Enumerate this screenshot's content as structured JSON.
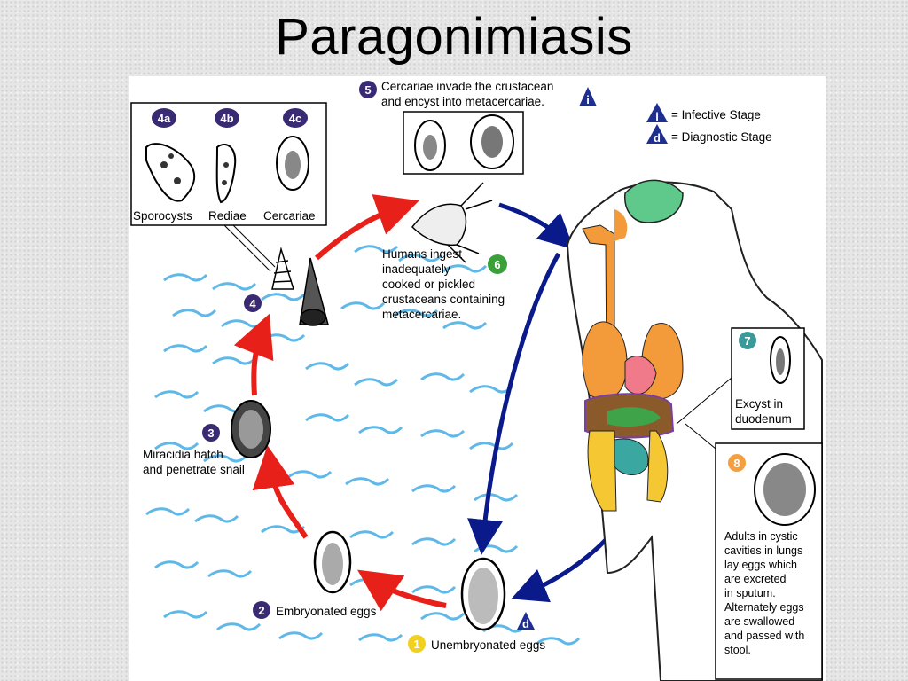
{
  "title": "Paragonimiasis",
  "colors": {
    "purple_badge": "#3a2a73",
    "teal_badge": "#3a9a9a",
    "green_badge": "#3aa03a",
    "orange_badge": "#f4a040",
    "yellow_badge": "#f2d020",
    "blue_marker": "#1f2f8f",
    "red_arrow": "#e8201a",
    "blue_arrow": "#0a1a8a",
    "water": "#5fb8e8"
  },
  "legend": {
    "infective_letter": "i",
    "infective_label": "= Infective Stage",
    "diagnostic_letter": "d",
    "diagnostic_label": "= Diagnostic Stage"
  },
  "stages": {
    "s1": {
      "num": "1",
      "label": "Unembryonated eggs",
      "marker": "d"
    },
    "s2": {
      "num": "2",
      "label": "Embryonated eggs"
    },
    "s3": {
      "num": "3",
      "line1": "Miracidia hatch",
      "line2": "and penetrate snail"
    },
    "s4": {
      "num": "4"
    },
    "s4a": {
      "num": "4a",
      "label": "Sporocysts"
    },
    "s4b": {
      "num": "4b",
      "label": "Rediae"
    },
    "s4c": {
      "num": "4c",
      "label": "Cercariae"
    },
    "s5": {
      "num": "5",
      "line1": "Cercariae invade the crustacean",
      "line2": "and encyst into metacercariae.",
      "marker": "i"
    },
    "s6": {
      "num": "6",
      "line1": "Humans ingest",
      "line2": "inadequately",
      "line3": "cooked or pickled",
      "line4": "crustaceans containing",
      "line5": "metacercariae."
    },
    "s7": {
      "num": "7",
      "line1": "Excyst in",
      "line2": "duodenum"
    },
    "s8": {
      "num": "8",
      "line1": "Adults in cystic",
      "line2": "cavities in lungs",
      "line3": "lay eggs which",
      "line4": "are excreted",
      "line5": "in sputum.",
      "line6": "Alternately eggs",
      "line7": "are swallowed",
      "line8": "and passed with",
      "line9": "stool."
    }
  }
}
